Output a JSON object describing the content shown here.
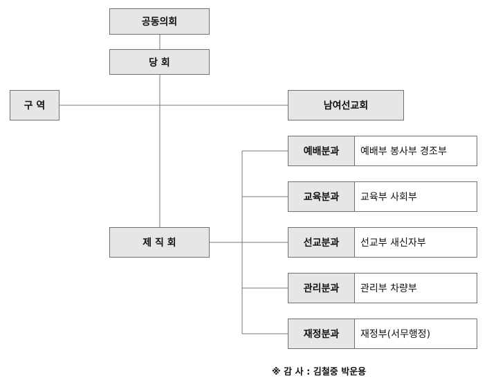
{
  "nodes": {
    "joint_council": "공동의회",
    "session": "당 회",
    "district": "구 역",
    "mission": "남여선교회",
    "officers": "제 직 회"
  },
  "divisions": [
    {
      "name": "예배분과",
      "depts": "예배부 봉사부 경조부"
    },
    {
      "name": "교육분과",
      "depts": "교육부 사회부"
    },
    {
      "name": "선교분과",
      "depts": "선교부 새신자부"
    },
    {
      "name": "관리분과",
      "depts": "관리부 차량부"
    },
    {
      "name": "재정분과",
      "depts": "재정부(서무행정)"
    }
  ],
  "auditor_note": "※ 감 사 : 김철중 박운용"
}
